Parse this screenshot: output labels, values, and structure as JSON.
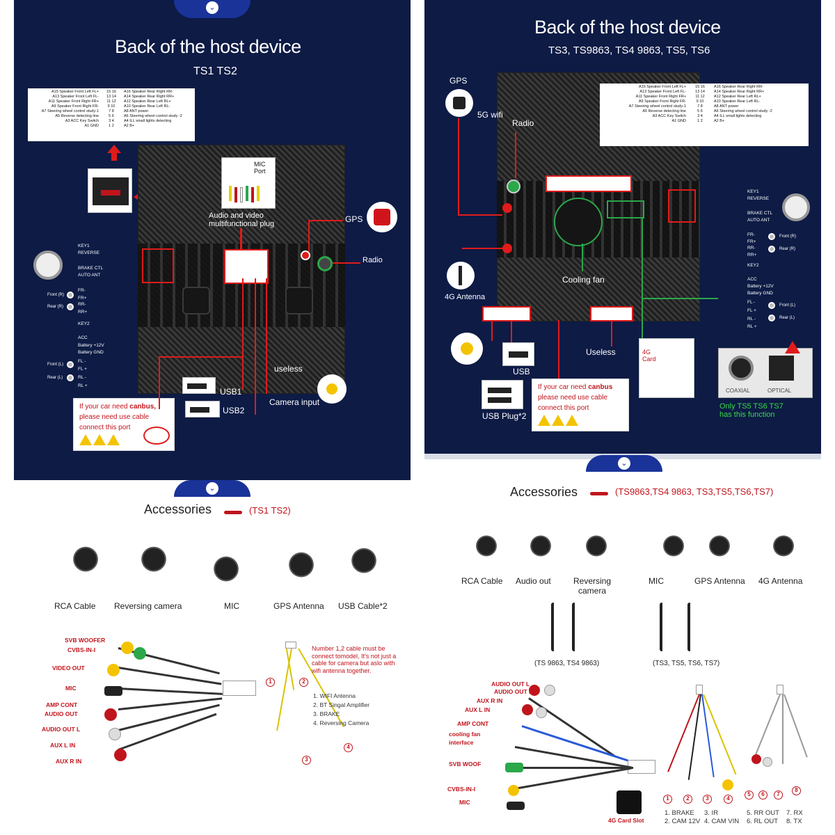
{
  "left": {
    "title": "Back of the host device",
    "subtitle": "TS1 TS2",
    "pin_table": [
      "A15 Speaker Front Left FL+",
      "15 16",
      "A16 Speaker Rear Right RR-",
      "A13 Speaker Front Left FL-",
      "13 14",
      "A14 Speaker Rear Right RR+",
      "A11 Speaker Front Right FR+",
      "11 12",
      "A12 Speaker Rear Left RL+",
      "A9 Speaker Front Right FR-",
      "9 10",
      "A10 Speaker Rear Left RL-",
      "A7 Steering wheel control study-1",
      "7 8",
      "A8 ANT power",
      "A5 Reverse detecting line",
      "5 6",
      "A6 Steering wheel control study -2",
      "A3 ACC Key Switch",
      "3 4",
      "A4 ILL small lights detecting",
      "A1 GND",
      "1 2",
      "A2 B+"
    ],
    "mic_port": "MIC Port",
    "av_plug": "Audio and video multifunctional plug",
    "gps": "GPS",
    "radio": "Radio",
    "useless": "useless",
    "usb1": "USB1",
    "usb2": "USB2",
    "camera_input": "Camera input",
    "side_labels": [
      "KEY1",
      "REVERSE",
      "BRAKE CTL",
      "AUTO ANT",
      "FR-",
      "FR+",
      "RR-",
      "RR+",
      "KEY2",
      "ACC",
      "Battery +12V",
      "Battery GND",
      "FL -",
      "FL +",
      "RL -",
      "RL +"
    ],
    "speaker_labels": [
      "Front (R)",
      "Rear (R)",
      "Front (L)",
      "Rear (L)"
    ],
    "canbus_note": {
      "pre": "If your car need ",
      "bold": "canbus,",
      "line2": "please need use cable",
      "line3": "connect this port"
    }
  },
  "right": {
    "title": "Back of the host device",
    "subtitle": "TS3, TS9863, TS4 9863, TS5, TS6",
    "gps": "GPS",
    "wifi": "5G wifi",
    "radio": "Radio",
    "cooling_fan": "Cooling fan",
    "antenna_4g": "4G Antenna",
    "useless": "Useless",
    "card_4g": "4G Card",
    "usb": "USB",
    "usb_plug": "USB Plug*2",
    "coaxial": "COAXIAL",
    "optical": "OPTICAL",
    "only_note": "Only TS5 TS6 TS7 has this function",
    "side_labels": [
      "KEY1",
      "REVERSE",
      "BRAKE CTL",
      "AUTO ANT",
      "FR-",
      "FR+",
      "RR-",
      "RR+",
      "KEY2",
      "ACC",
      "Battery +12V",
      "Battery GND",
      "FL -",
      "FL +",
      "RL -",
      "RL +"
    ],
    "speaker_labels": [
      "Front (R)",
      "Rear (R)",
      "Front (L)",
      "Rear (L)"
    ],
    "canbus_note": {
      "pre": "If your car need ",
      "bold": "canbus",
      "line2": "please need use cable",
      "line3": "connect this port"
    }
  },
  "acc_left": {
    "title": "Accessories",
    "sub": "(TS1 TS2)",
    "items": [
      "RCA Cable",
      "Reversing  camera",
      "MIC",
      "GPS Antenna",
      "USB Cable*2"
    ],
    "wire_labels": [
      "SVB WOOFER",
      "CVBS-IN-I",
      "VIDEO OUT",
      "MIC",
      "AMP CONT",
      "AUDIO OUT",
      "AUDIO OUT L",
      "AUX L IN",
      "AUX R IN"
    ],
    "cable_note": "Number 1,2 cable must be connect tomodel, It's not just a cable for camera but aslo with wifi antenna together.",
    "cable_list": [
      "1. WIFI Antenna",
      "2. BT Singal Amplifier",
      "3. BRAKE",
      "4. Reversing Camera"
    ]
  },
  "acc_right": {
    "title": "Accessories",
    "sub": "(TS9863,TS4 9863, TS3,TS5,TS6,TS7)",
    "items": [
      "RCA Cable",
      "Audio out",
      "Reversing camera",
      "MIC",
      "GPS Antenna",
      "4G Antenna"
    ],
    "usb_left": "(TS 9863, TS4 9863)",
    "usb_right": "(TS3, TS5, TS6, TS7)",
    "wire_labels": [
      "AUDIO OUT L",
      "AUDIO OUT R",
      "AUX R IN",
      "AUX L IN",
      "AMP CONT",
      "cooling fan interface",
      "SVB WOOF",
      "CVBS-IN-I",
      "MIC"
    ],
    "card_slot": "4G Card Slot",
    "legend": [
      "1. BRAKE",
      "2. CAM 12V",
      "3. IR",
      "4. CAM VIN",
      "5. RR OUT",
      "6. RL OUT",
      "7. RX",
      "8. TX"
    ]
  },
  "colors": {
    "panel": "#0d1b45",
    "accent_red": "#e01b1b",
    "tab_blue": "#1a3399",
    "note_red": "#c0141c",
    "green": "#2aa84a"
  }
}
